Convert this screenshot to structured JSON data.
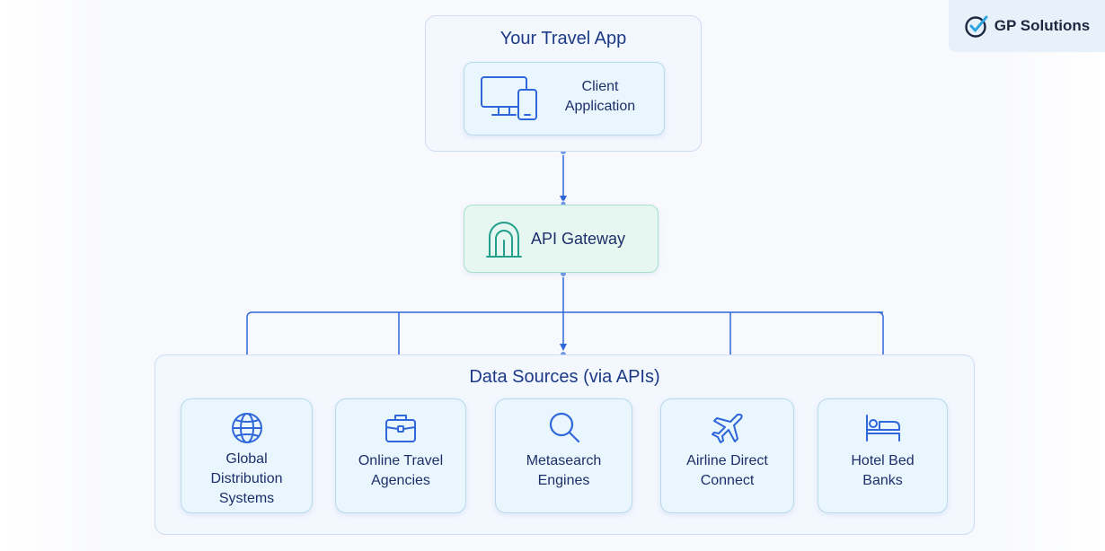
{
  "app_panel": {
    "title": "Your Travel App"
  },
  "client": {
    "label": "Client\nApplication",
    "icon": "devices-icon"
  },
  "gateway": {
    "label": "API Gateway",
    "icon": "gateway-arch-icon"
  },
  "data_panel": {
    "title": "Data Sources (via APIs)"
  },
  "sources": [
    {
      "label": "Global\nDistribution\nSystems",
      "icon": "globe-icon"
    },
    {
      "label": "Online Travel\nAgencies",
      "icon": "briefcase-icon"
    },
    {
      "label": "Metasearch\nEngines",
      "icon": "search-icon"
    },
    {
      "label": "Airline Direct\nConnect",
      "icon": "airplane-icon"
    },
    {
      "label": "Hotel Bed\nBanks",
      "icon": "bed-icon"
    }
  ],
  "brand": {
    "name": "GP Solutions",
    "icon": "check-circle-icon"
  },
  "colors": {
    "accent": "#2f66d9",
    "title": "#1c3a86",
    "teal": "#23a08c",
    "card_bg": "#eaf6fd"
  }
}
